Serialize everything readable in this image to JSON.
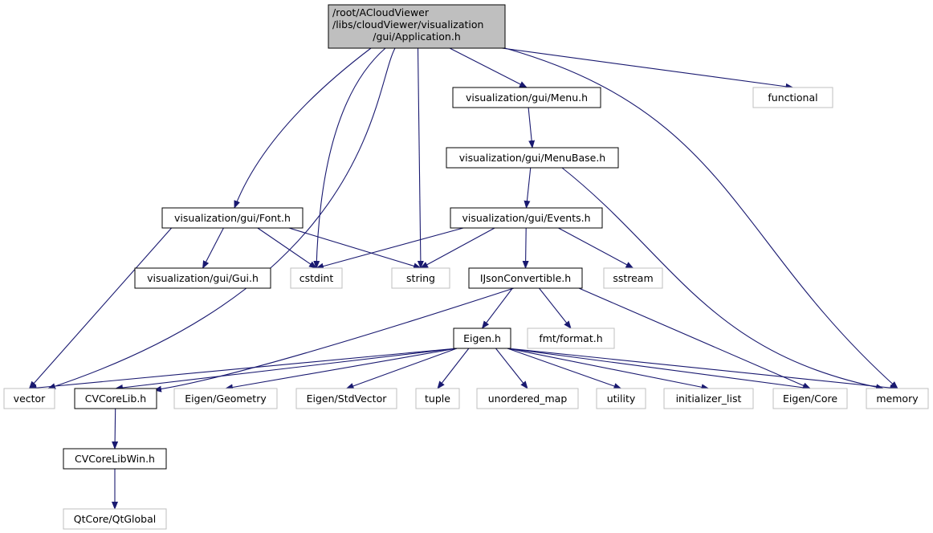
{
  "colors": {
    "edge": "#191970",
    "documented_border": "#000000",
    "external_border": "#bfbfbf",
    "root_fill": "#bfbfbf"
  },
  "nodes": [
    {
      "id": "root",
      "lines": [
        "/root/ACloudViewer",
        "/libs/cloudViewer/visualization",
        "/gui/Application.h"
      ],
      "kind": "root"
    },
    {
      "id": "functional",
      "lines": [
        "functional"
      ],
      "kind": "external"
    },
    {
      "id": "menu",
      "lines": [
        "visualization/gui/Menu.h"
      ],
      "kind": "documented"
    },
    {
      "id": "menubase",
      "lines": [
        "visualization/gui/MenuBase.h"
      ],
      "kind": "documented"
    },
    {
      "id": "font",
      "lines": [
        "visualization/gui/Font.h"
      ],
      "kind": "documented"
    },
    {
      "id": "events",
      "lines": [
        "visualization/gui/Events.h"
      ],
      "kind": "documented"
    },
    {
      "id": "gui",
      "lines": [
        "visualization/gui/Gui.h"
      ],
      "kind": "documented"
    },
    {
      "id": "cstdint",
      "lines": [
        "cstdint"
      ],
      "kind": "external"
    },
    {
      "id": "string",
      "lines": [
        "string"
      ],
      "kind": "external"
    },
    {
      "id": "ijson",
      "lines": [
        "IJsonConvertible.h"
      ],
      "kind": "documented"
    },
    {
      "id": "sstream",
      "lines": [
        "sstream"
      ],
      "kind": "external"
    },
    {
      "id": "eigen",
      "lines": [
        "Eigen.h"
      ],
      "kind": "documented"
    },
    {
      "id": "fmt",
      "lines": [
        "fmt/format.h"
      ],
      "kind": "external"
    },
    {
      "id": "vector",
      "lines": [
        "vector"
      ],
      "kind": "external"
    },
    {
      "id": "cvcorelib",
      "lines": [
        "CVCoreLib.h"
      ],
      "kind": "documented"
    },
    {
      "id": "geometry",
      "lines": [
        "Eigen/Geometry"
      ],
      "kind": "external"
    },
    {
      "id": "stdvector",
      "lines": [
        "Eigen/StdVector"
      ],
      "kind": "external"
    },
    {
      "id": "tuple",
      "lines": [
        "tuple"
      ],
      "kind": "external"
    },
    {
      "id": "unordered_map",
      "lines": [
        "unordered_map"
      ],
      "kind": "external"
    },
    {
      "id": "utility",
      "lines": [
        "utility"
      ],
      "kind": "external"
    },
    {
      "id": "initializer_list",
      "lines": [
        "initializer_list"
      ],
      "kind": "external"
    },
    {
      "id": "eigencore",
      "lines": [
        "Eigen/Core"
      ],
      "kind": "external"
    },
    {
      "id": "memory",
      "lines": [
        "memory"
      ],
      "kind": "external"
    },
    {
      "id": "cvcorelibwin",
      "lines": [
        "CVCoreLibWin.h"
      ],
      "kind": "documented"
    },
    {
      "id": "qtglobal",
      "lines": [
        "QtCore/QtGlobal"
      ],
      "kind": "external"
    }
  ],
  "edges": [
    [
      "root",
      "font"
    ],
    [
      "root",
      "cstdint"
    ],
    [
      "root",
      "vector"
    ],
    [
      "root",
      "string"
    ],
    [
      "root",
      "menu"
    ],
    [
      "root",
      "functional"
    ],
    [
      "root",
      "memory"
    ],
    [
      "menu",
      "menubase"
    ],
    [
      "menubase",
      "events"
    ],
    [
      "menubase",
      "memory"
    ],
    [
      "font",
      "gui"
    ],
    [
      "font",
      "cstdint"
    ],
    [
      "font",
      "string"
    ],
    [
      "font",
      "vector"
    ],
    [
      "events",
      "cstdint"
    ],
    [
      "events",
      "string"
    ],
    [
      "events",
      "ijson"
    ],
    [
      "events",
      "sstream"
    ],
    [
      "ijson",
      "eigen"
    ],
    [
      "ijson",
      "fmt"
    ],
    [
      "ijson",
      "cvcorelib"
    ],
    [
      "ijson",
      "eigencore"
    ],
    [
      "eigen",
      "vector"
    ],
    [
      "eigen",
      "cvcorelib"
    ],
    [
      "eigen",
      "geometry"
    ],
    [
      "eigen",
      "stdvector"
    ],
    [
      "eigen",
      "tuple"
    ],
    [
      "eigen",
      "unordered_map"
    ],
    [
      "eigen",
      "utility"
    ],
    [
      "eigen",
      "initializer_list"
    ],
    [
      "eigen",
      "eigencore"
    ],
    [
      "eigen",
      "memory"
    ],
    [
      "cvcorelib",
      "cvcorelibwin"
    ],
    [
      "cvcorelibwin",
      "qtglobal"
    ]
  ]
}
